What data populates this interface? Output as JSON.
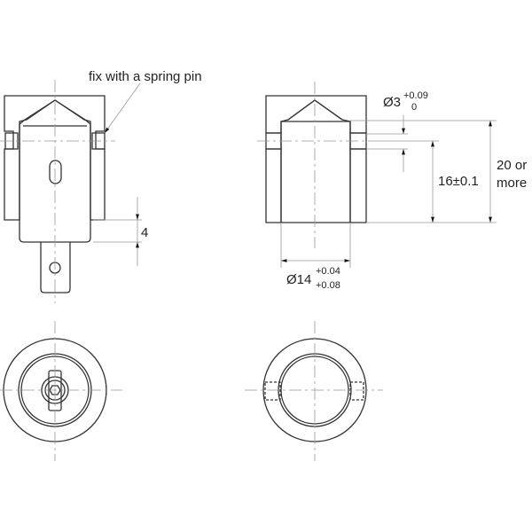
{
  "annotation": {
    "spring_pin": "fix with a spring pin"
  },
  "dimensions": {
    "gap": "4",
    "hole_diameter": "Ø3",
    "hole_tol_upper": "+0.09",
    "hole_tol_lower": "0",
    "depth": "16±0.1",
    "min_depth_line1": "20 or",
    "min_depth_line2": "more",
    "bore_diameter": "Ø14",
    "bore_tol_upper": "+0.04",
    "bore_tol_lower": "+0.08"
  },
  "colors": {
    "section_fill": "#dbeef5",
    "part_fill": "#e6e6e6"
  }
}
